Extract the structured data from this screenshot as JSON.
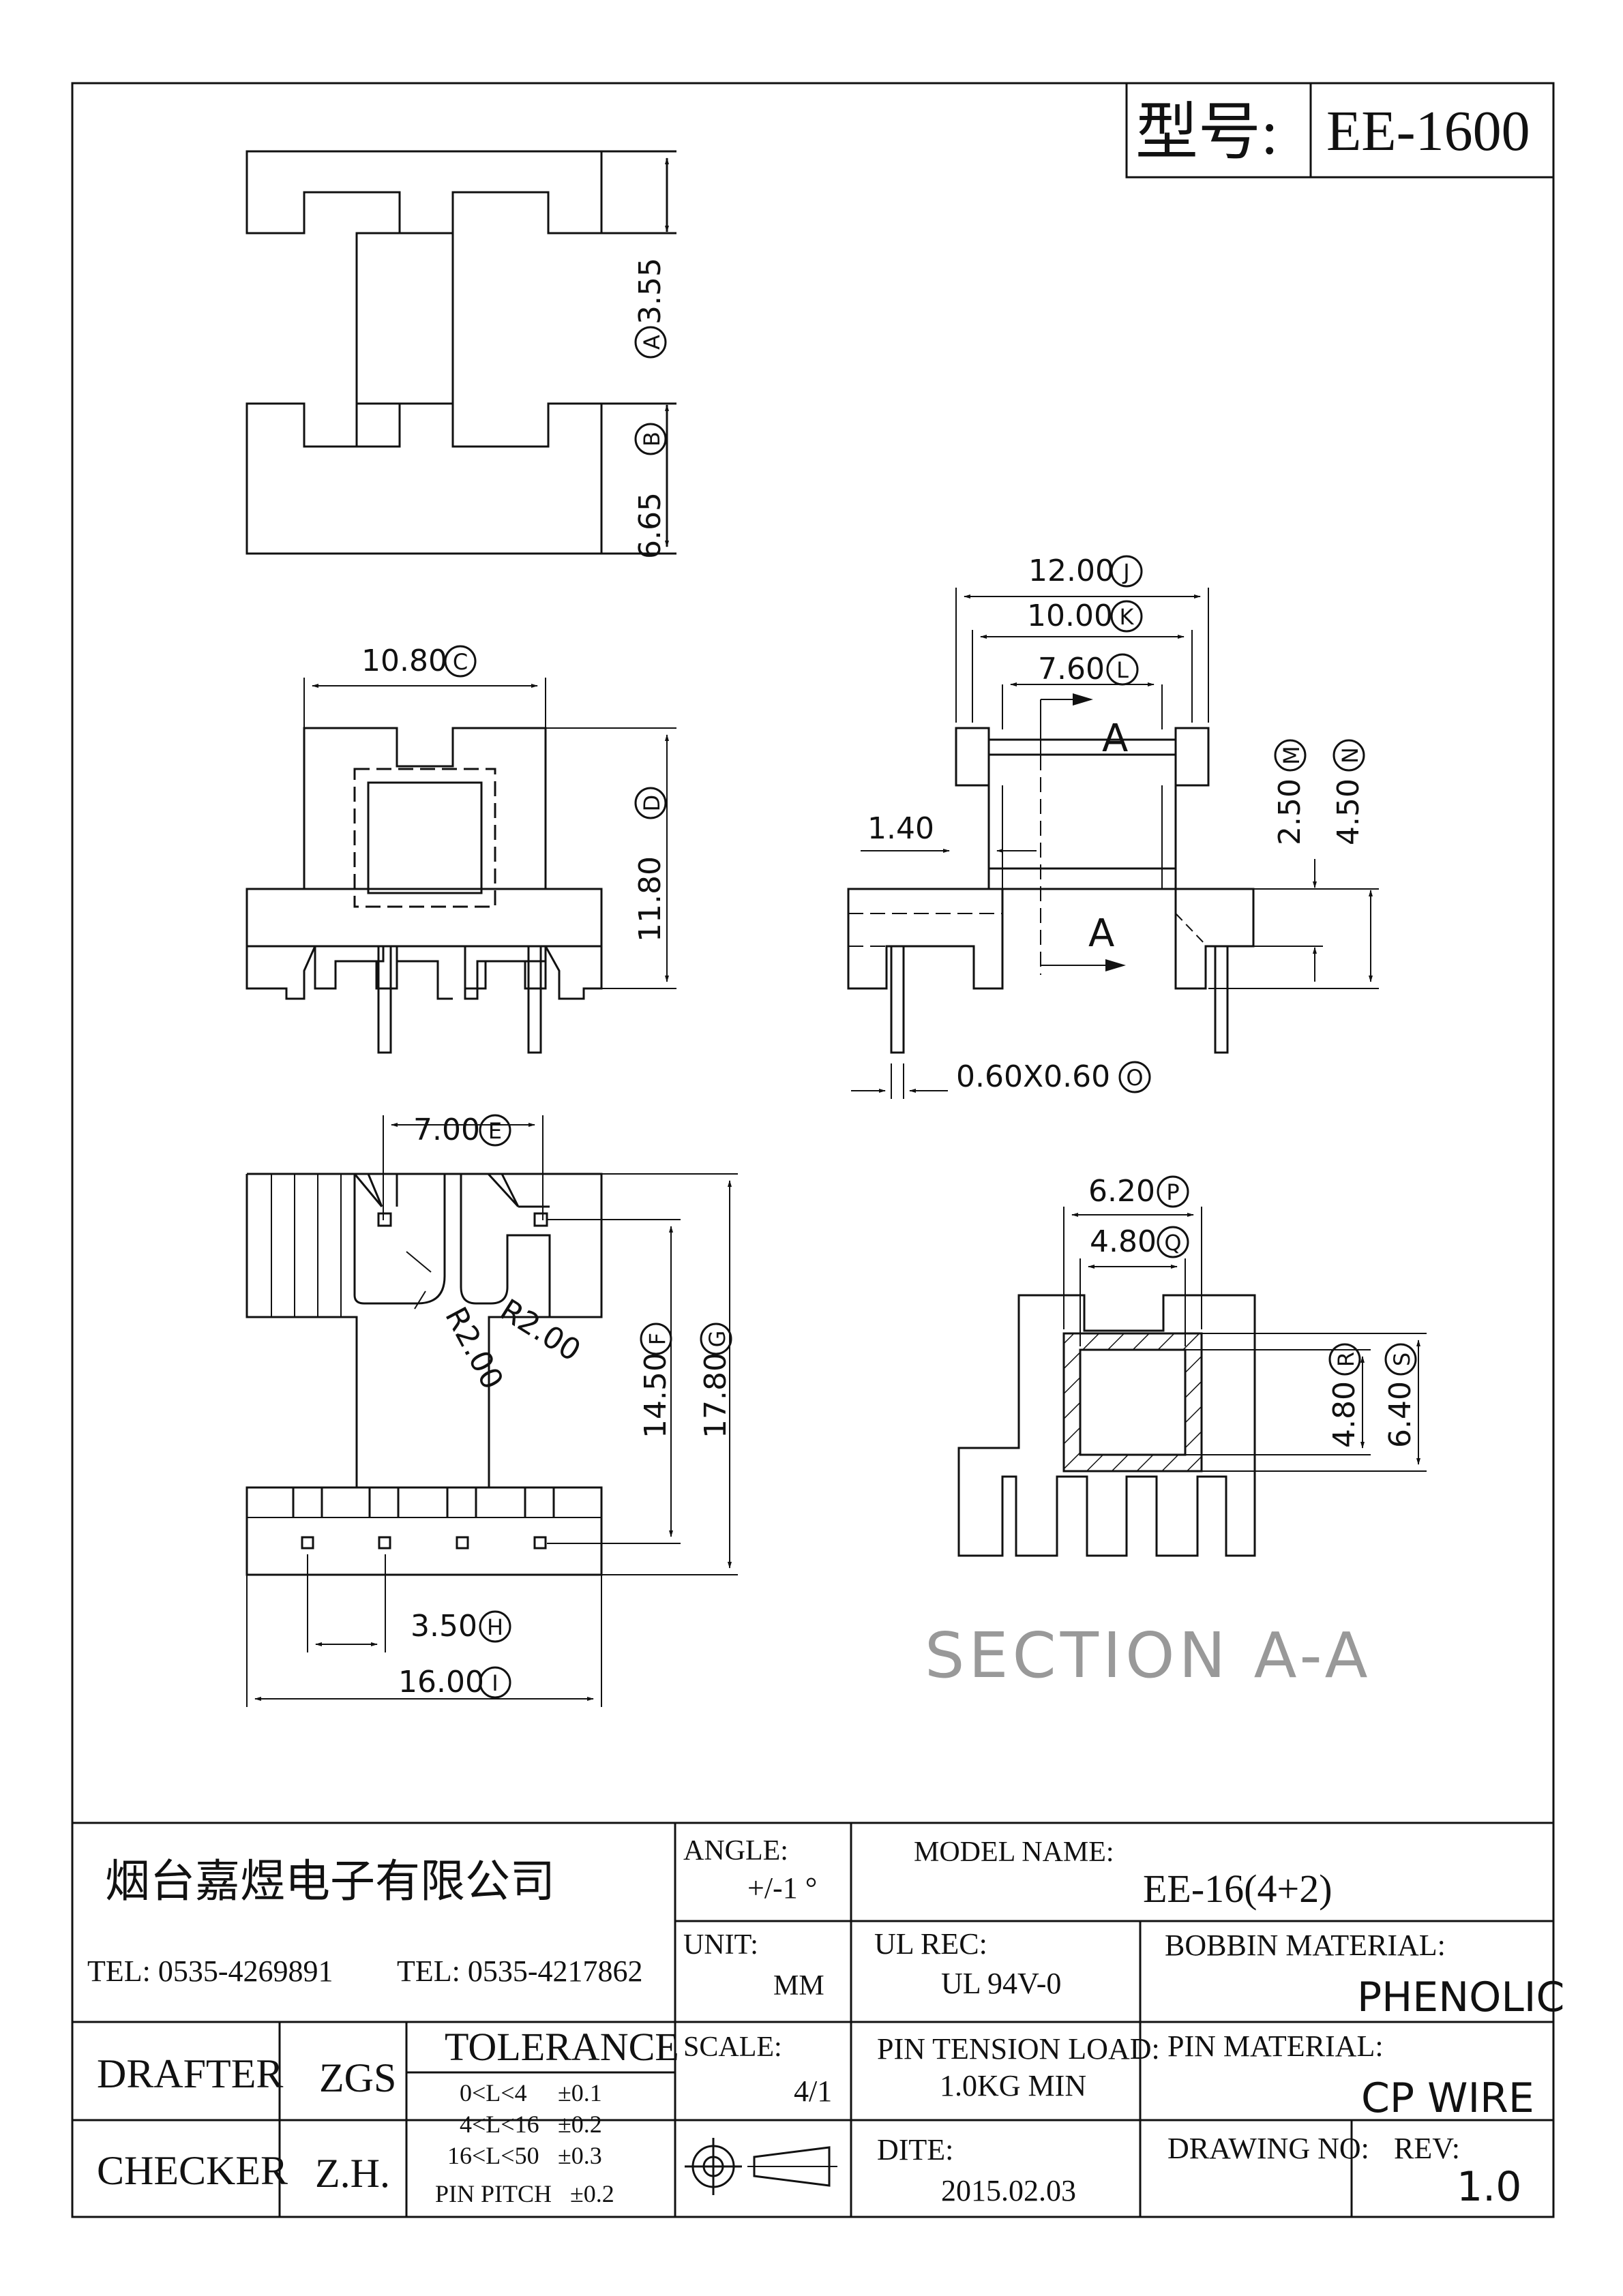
{
  "header": {
    "model_label": "型号:",
    "model_value": "EE-1600"
  },
  "dimensions": {
    "A": {
      "value": "3.55",
      "tag": "A"
    },
    "B": {
      "value": "6.65",
      "tag": "B"
    },
    "C": {
      "value": "10.80",
      "tag": "C"
    },
    "D": {
      "value": "11.80",
      "tag": "D"
    },
    "E": {
      "value": "7.00",
      "tag": "E"
    },
    "F": {
      "value": "14.50",
      "tag": "F"
    },
    "G": {
      "value": "17.80",
      "tag": "G"
    },
    "H": {
      "value": "3.50",
      "tag": "H"
    },
    "I": {
      "value": "16.00",
      "tag": "I"
    },
    "J": {
      "value": "12.00",
      "tag": "J"
    },
    "K": {
      "value": "10.00",
      "tag": "K"
    },
    "L": {
      "value": "7.60",
      "tag": "L"
    },
    "M": {
      "value": "2.50",
      "tag": "M"
    },
    "N": {
      "value": "4.50",
      "tag": "N"
    },
    "O": {
      "value": "0.60X0.60",
      "tag": "O"
    },
    "P": {
      "value": "6.20",
      "tag": "P"
    },
    "Q": {
      "value": "4.80",
      "tag": "Q"
    },
    "R": {
      "value": "4.80",
      "tag": "R"
    },
    "S": {
      "value": "6.40",
      "tag": "S"
    },
    "flange": "1.40",
    "radius1": "R2.00",
    "radius2": "R2.00"
  },
  "section": {
    "marker": "A",
    "caption": "SECTION A-A"
  },
  "title_block": {
    "company": "烟台嘉煜电子有限公司",
    "tel1": "TEL: 0535-4269891",
    "tel2": "TEL: 0535-4217862",
    "angle_label": "ANGLE:",
    "angle_value": "+/-1 °",
    "model_name_label": "MODEL NAME:",
    "model_name_value": "EE-16(4+2)",
    "unit_label": "UNIT:",
    "unit_value": "MM",
    "ul_label": "UL REC:",
    "ul_value": "UL 94V-0",
    "bobbin_label": "BOBBIN MATERIAL:",
    "bobbin_value": "PHENOLIC",
    "drafter_label": "DRAFTER",
    "drafter_value": "ZGS",
    "tolerance_label": "TOLERANCE",
    "tolerance_rows": [
      {
        "range": "0<L<4",
        "tol": "±0.1"
      },
      {
        "range": "4<L<16",
        "tol": "±0.2"
      },
      {
        "range": "16<L<50",
        "tol": "±0.3"
      }
    ],
    "pin_pitch": "PIN PITCH",
    "pin_pitch_tol": "±0.2",
    "scale_label": "SCALE:",
    "scale_value": "4/1",
    "pin_tension_label": "PIN TENSION LOAD:",
    "pin_tension_value": "1.0KG MIN",
    "pin_material_label": "PIN MATERIAL:",
    "pin_material_value": "CP WIRE",
    "checker_label": "CHECKER",
    "checker_value": "Z.H.",
    "date_label": "DITE:",
    "date_value": "2015.02.03",
    "drawing_no_label": "DRAWING NO:",
    "rev_label": "REV:",
    "rev_value": "1.0"
  }
}
